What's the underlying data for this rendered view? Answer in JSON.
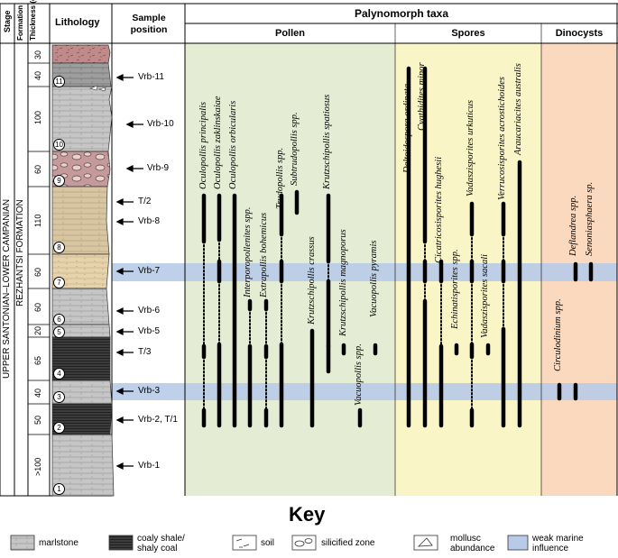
{
  "headers": {
    "stage": "Stage",
    "formation": "Formation",
    "thickness": "Thickness (cm)",
    "lithology": "Lithology",
    "sample_position": "Sample position",
    "palynomorph_taxa": "Palynomorph taxa",
    "pollen": "Pollen",
    "spores": "Spores",
    "dinocysts": "Dinocysts"
  },
  "stage_label": "UPPER SANTONIAN–LOWER CAMPANIAN",
  "formation_label": "REZHANTSI FORMATION",
  "colors": {
    "pollen_bg": "#e4edd3",
    "spores_bg": "#faf5c6",
    "dinocysts_bg": "#fbd9be",
    "marine_band": "#b7cbe8",
    "marlstone": "#c9c9c9",
    "coaly_shale": "#3a3a3a",
    "soil": "#c28d8d",
    "sand": "#ead9b5"
  },
  "layers": [
    {
      "unit": "",
      "thickness": "30",
      "lithology": "soil"
    },
    {
      "unit": "11",
      "thickness": "40",
      "lithology": "marlstone-dark"
    },
    {
      "unit": "10",
      "thickness": "100",
      "lithology": "marlstone"
    },
    {
      "unit": "9",
      "thickness": "60",
      "lithology": "silicified-soil"
    },
    {
      "unit": "8",
      "thickness": "110",
      "lithology": "sandy-marl"
    },
    {
      "unit": "7",
      "thickness": "60",
      "lithology": "sand"
    },
    {
      "unit": "6",
      "thickness": "60",
      "lithology": "marlstone"
    },
    {
      "unit": "5",
      "thickness": "20",
      "lithology": "marlstone"
    },
    {
      "unit": "4",
      "thickness": "65",
      "lithology": "coaly-shale"
    },
    {
      "unit": "3",
      "thickness": "40",
      "lithology": "marlstone"
    },
    {
      "unit": "2",
      "thickness": "50",
      "lithology": "coaly-shale"
    },
    {
      "unit": "1",
      "thickness": ">100",
      "lithology": "marlstone"
    }
  ],
  "samples": [
    "Vrb-11",
    "Vrb-10",
    "Vrb-9",
    "T/2",
    "Vrb-8",
    "Vrb-7",
    "Vrb-6",
    "Vrb-5",
    "T/3",
    "Vrb-3",
    "Vrb-2, T/1",
    "Vrb-1"
  ],
  "taxa": {
    "pollen": [
      "Oculopollis principalis",
      "Oculopollis zaklinskaiae",
      "Oculopollis orbicularis",
      "Interporopollenites spp.",
      "Extrapollis bohemicus",
      "Trudopollis spp.",
      "Subtrudopollis spp.",
      "Krutzschipollis crassus",
      "Krutzschipollis spatiosus",
      "Krutzschipollis magnoporus",
      "Vacuopollis spp.",
      "Vacuopollis pyramis"
    ],
    "spores": [
      "Deltoidospora ordinata",
      "Cyathidites minor",
      "Cicatricosisporites hughesii",
      "Echinatisporites spp.",
      "Vadaszisporites urkuticus",
      "Vadaszisporites sacali",
      "Verrucosisporites acrostichoides",
      "Araucariacites australis"
    ],
    "dinocysts": [
      "Circulodinium spp.",
      "Deflandrea spp.",
      "Senoniasphaera sp."
    ]
  },
  "key": {
    "title": "Key",
    "items": [
      "marlstone",
      "coaly shale/ shaly coal",
      "soil",
      "silicified zone",
      "mollusc abundance",
      "weak marine influence"
    ]
  }
}
